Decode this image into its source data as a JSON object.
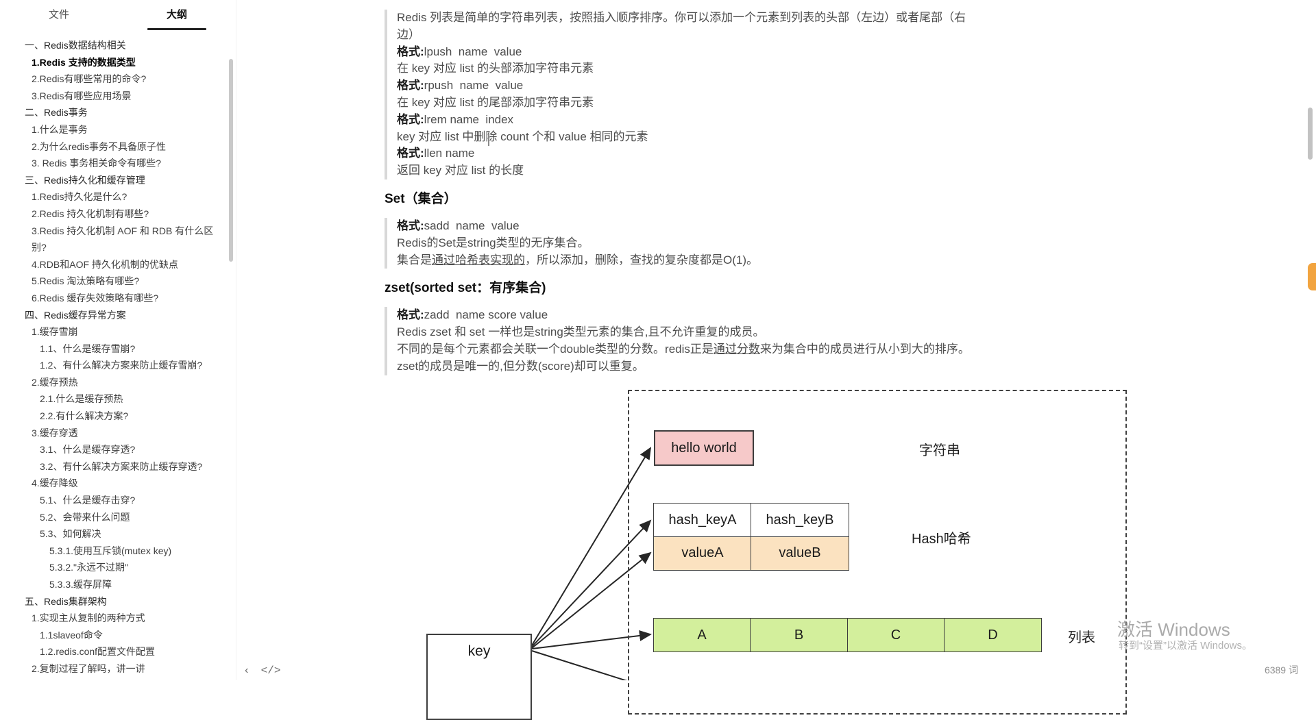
{
  "sidebar": {
    "tabs": [
      {
        "label": "文件"
      },
      {
        "label": "大纲"
      }
    ],
    "outline": [
      {
        "label": "一、Redis数据结构相关",
        "cls": "lv0"
      },
      {
        "label": "1.Redis 支持的数据类型",
        "cls": "lv1 active"
      },
      {
        "label": "2.Redis有哪些常用的命令?",
        "cls": "lv1"
      },
      {
        "label": "3.Redis有哪些应用场景",
        "cls": "lv1"
      },
      {
        "label": "二、Redis事务",
        "cls": "lv0"
      },
      {
        "label": "1.什么是事务",
        "cls": "lv1"
      },
      {
        "label": "2.为什么redis事务不具备原子性",
        "cls": "lv1"
      },
      {
        "label": "3. Redis 事务相关命令有哪些?",
        "cls": "lv1"
      },
      {
        "label": "三、Redis持久化和缓存管理",
        "cls": "lv0"
      },
      {
        "label": "1.Redis持久化是什么?",
        "cls": "lv1"
      },
      {
        "label": "2.Redis 持久化机制有哪些?",
        "cls": "lv1"
      },
      {
        "label": "3.Redis 持久化机制 AOF 和 RDB 有什么区别?",
        "cls": "lv1"
      },
      {
        "label": "4.RDB和AOF 持久化机制的优缺点",
        "cls": "lv1"
      },
      {
        "label": "5.Redis 淘汰策略有哪些?",
        "cls": "lv1"
      },
      {
        "label": "6.Redis 缓存失效策略有哪些?",
        "cls": "lv1"
      },
      {
        "label": "四、Redis缓存异常方案",
        "cls": "lv0"
      },
      {
        "label": "1.缓存雪崩",
        "cls": "lv1"
      },
      {
        "label": "1.1、什么是缓存雪崩?",
        "cls": "lv2"
      },
      {
        "label": "1.2、有什么解决方案来防止缓存雪崩?",
        "cls": "lv2"
      },
      {
        "label": "2.缓存预热",
        "cls": "lv1"
      },
      {
        "label": "2.1.什么是缓存预热",
        "cls": "lv2"
      },
      {
        "label": "2.2.有什么解决方案?",
        "cls": "lv2"
      },
      {
        "label": "3.缓存穿透",
        "cls": "lv1"
      },
      {
        "label": "3.1、什么是缓存穿透?",
        "cls": "lv2"
      },
      {
        "label": "3.2、有什么解决方案来防止缓存穿透?",
        "cls": "lv2"
      },
      {
        "label": "4.缓存降级",
        "cls": "lv1"
      },
      {
        "label": "5.1、什么是缓存击穿?",
        "cls": "lv2"
      },
      {
        "label": "5.2、会带来什么问题",
        "cls": "lv2"
      },
      {
        "label": "5.3、如何解决",
        "cls": "lv2"
      },
      {
        "label": "5.3.1.使用互斥锁(mutex key)",
        "cls": "lv3"
      },
      {
        "label": "5.3.2.\"永远不过期\"",
        "cls": "lv3"
      },
      {
        "label": "5.3.3.缓存屏障",
        "cls": "lv3"
      },
      {
        "label": "五、Redis集群架构",
        "cls": "lv0"
      },
      {
        "label": "1.实现主从复制的两种方式",
        "cls": "lv1"
      },
      {
        "label": "1.1slaveof命令",
        "cls": "lv2"
      },
      {
        "label": "1.2.redis.conf配置文件配置",
        "cls": "lv2"
      },
      {
        "label": "2.复制过程了解吗，讲一讲",
        "cls": "lv1"
      }
    ]
  },
  "content": {
    "quote1": {
      "lines": [
        {
          "bold": "",
          "pre": "Redis 列表是简单的字符串列表，按照插入顺序排序。你可以添加一个元素到列表的头部（左边）或者尾部（右边）"
        },
        {
          "bold": "格式:",
          "pre": "lpush  name  value"
        },
        {
          "bold": "",
          "pre": "在 key 对应 list 的头部添加字符串元素"
        },
        {
          "bold": "格式:",
          "pre": "rpush  name  value"
        },
        {
          "bold": "",
          "pre": "在 key 对应 list 的尾部添加字符串元素"
        },
        {
          "bold": "格式:",
          "pre": "lrem name  index"
        },
        {
          "bold": "",
          "pre": "key 对应 list 中删除 count 个和 value 相同的元素"
        },
        {
          "bold": "格式:",
          "pre": "llen name"
        },
        {
          "bold": "",
          "pre": "返回 key 对应 list 的长度"
        }
      ]
    },
    "set_heading": "Set（集合）",
    "quote2": {
      "lines": [
        {
          "bold": "格式:",
          "pre": "sadd  name  value"
        },
        {
          "bold": "",
          "pre": "Redis的Set是string类型的无序集合。"
        },
        {
          "bold": "",
          "pre": "集合是",
          "u": "通过哈希表实现的",
          "post": "，所以添加，删除，查找的复杂度都是O(1)。"
        }
      ]
    },
    "zset_heading": "zset(sorted set：有序集合)",
    "quote3": {
      "lines": [
        {
          "bold": "格式:",
          "pre": "zadd  name score value"
        },
        {
          "bold": "",
          "pre": "Redis zset 和 set 一样也是string类型元素的集合,且不允许重复的成员。"
        },
        {
          "bold": "",
          "pre": "不同的是每个元素都会关联一个double类型的分数。redis正是",
          "u": "通过分数",
          "post": "来为集合中的成员进行从小到大的排序。"
        },
        {
          "bold": "",
          "pre": "zset的成员是唯一的,但分数(score)却可以重复。"
        }
      ]
    }
  },
  "diagram": {
    "key_label": "key",
    "string_value": "hello world",
    "string_label": "字符串",
    "hash_keys": [
      "hash_keyA",
      "hash_keyB"
    ],
    "hash_values": [
      "valueA",
      "valueB"
    ],
    "hash_label": "Hash哈希",
    "list_items": [
      "A",
      "B",
      "C",
      "D"
    ],
    "list_label": "列表"
  },
  "statusbar": {
    "word_count": "6389 词",
    "back_icon": "‹",
    "code_icon": "</>"
  },
  "watermark": {
    "line1": "激活 Windows",
    "line2": "转到“设置”以激活 Windows。"
  },
  "colors": {
    "string_box": "#f6c9c9",
    "hash_value_box": "#fbe2c0",
    "list_box": "#d3ef9c",
    "scroll_marker": "#f2a43f"
  }
}
